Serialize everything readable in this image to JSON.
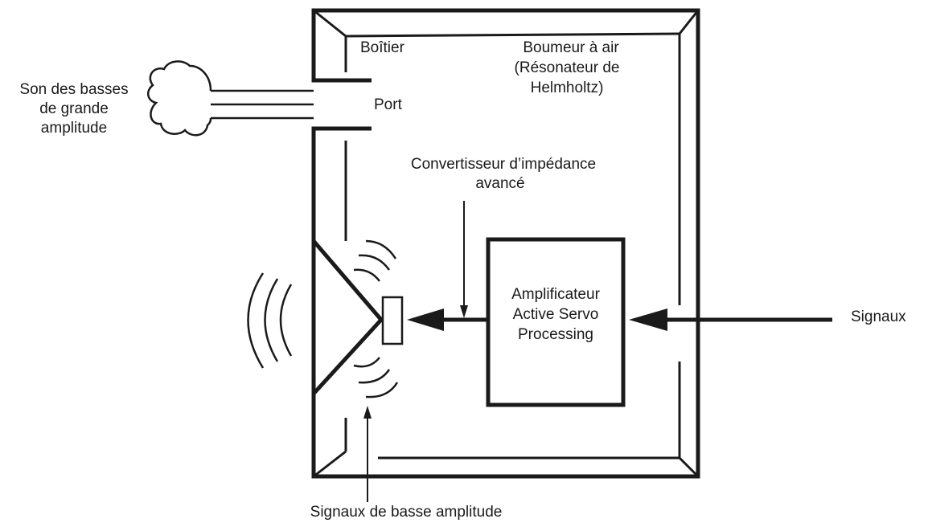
{
  "labels": {
    "enclosure": "Boîtier",
    "resonator_line1": "Boumeur à air",
    "resonator_line2": "(Résonateur de",
    "resonator_line3": "Helmholtz)",
    "port": "Port",
    "bass_line1": "Son des basses",
    "bass_line2": "de grande",
    "bass_line3": "amplitude",
    "converter_line1": "Convertisseur d’impédance",
    "converter_line2": "avancé",
    "amp_line1": "Amplificateur",
    "amp_line2": "Active Servo",
    "amp_line3": "Processing",
    "signals": "Signaux",
    "low_signals": "Signaux de basse amplitude"
  },
  "colors": {
    "stroke": "#1a1a1a",
    "background": "#ffffff"
  }
}
